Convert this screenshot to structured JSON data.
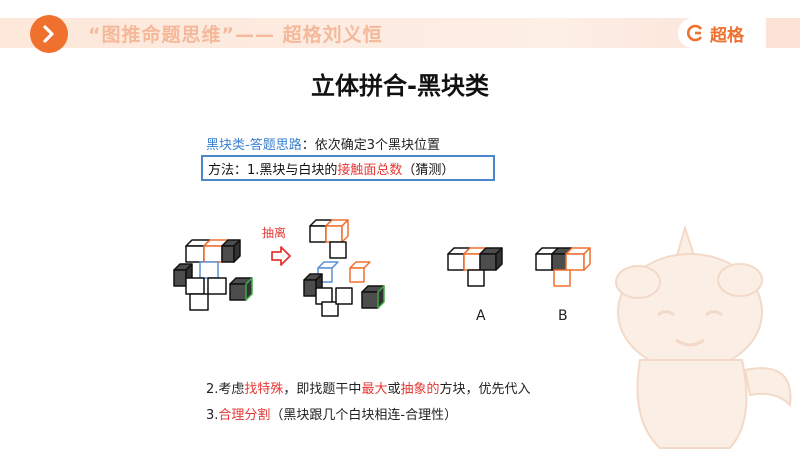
{
  "banner": {
    "text": "“图推命题思维”—— 超格刘义恒",
    "brand": "超格"
  },
  "title": "立体拼合-黑块类",
  "approach": {
    "label": "黑块类-答题思路",
    "text": "：依次确定3个黑块位置"
  },
  "method": {
    "prefix": "方法：1.黑块与白块的",
    "highlight": "接触面总数",
    "suffix": "（猜测）"
  },
  "figure": {
    "extract_label": "抽离",
    "option_a": "A",
    "option_b": "B"
  },
  "tip2": {
    "prefix": "2.考虑",
    "h1": "找特殊",
    "mid1": "，即找题干中",
    "h2": "最大",
    "mid2": "或",
    "h3": "抽象的",
    "suffix": "方块，优先代入"
  },
  "tip3": {
    "prefix": "3.",
    "h1": "合理分割",
    "suffix": "（黑块跟几个白块相连-合理性）"
  },
  "colors": {
    "accent": "#f0712e",
    "red": "#e53935",
    "blue": "#3a7fd0",
    "dark_block": "#4d4d4d"
  }
}
